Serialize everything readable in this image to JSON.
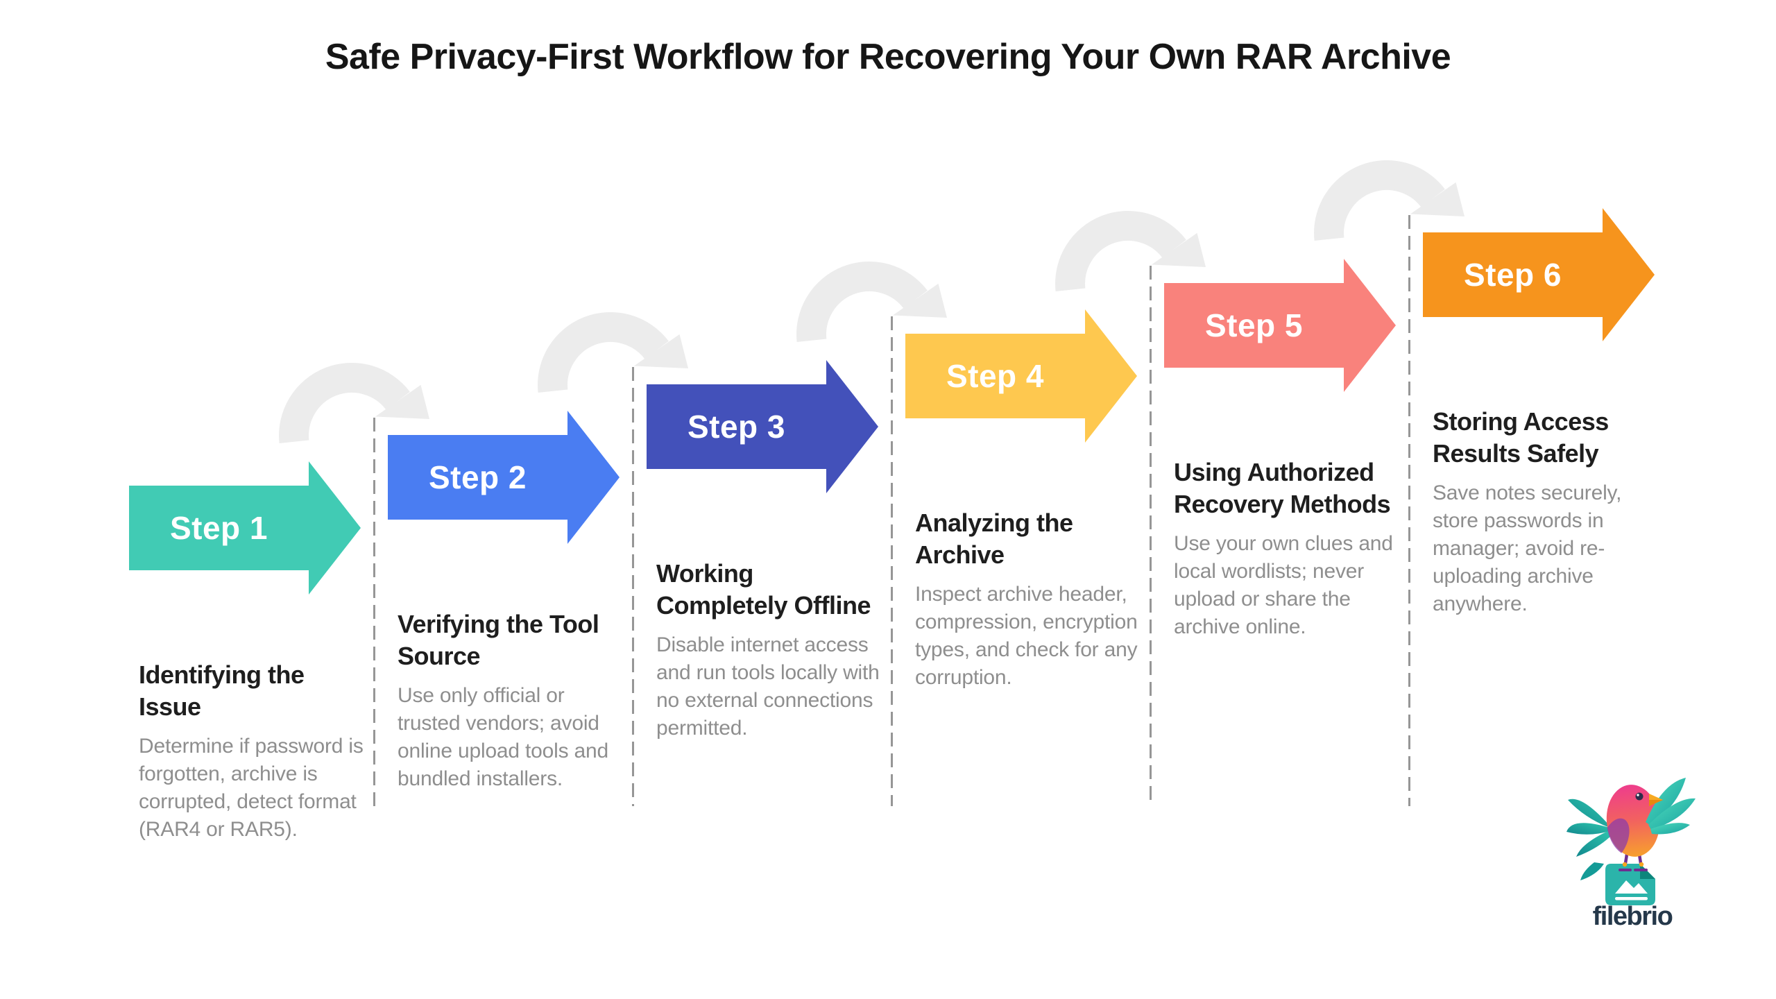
{
  "title": "Safe Privacy-First Workflow for Recovering Your Own RAR Archive",
  "steps": [
    {
      "label": "Step 1",
      "color": "#41CBB4",
      "heading": "Identifying the Issue",
      "description": "Determine if password is forgotten, archive is corrupted, detect format (RAR4 or RAR5)."
    },
    {
      "label": "Step 2",
      "color": "#4A7DF2",
      "heading": "Verifying the Tool Source",
      "description": "Use only official or trusted vendors; avoid online upload tools and bundled installers."
    },
    {
      "label": "Step 3",
      "color": "#4351BA",
      "heading": "Working Completely Offline",
      "description": "Disable internet access and run tools locally with no external connections permitted."
    },
    {
      "label": "Step 4",
      "color": "#FEC84F",
      "heading": "Analyzing the Archive",
      "description": "Inspect archive header, compression, encryption types, and check for any corruption."
    },
    {
      "label": "Step 5",
      "color": "#F9827C",
      "heading": "Using Authorized Recovery Methods",
      "description": "Use your own clues and local wordlists; never upload or share the archive online."
    },
    {
      "label": "Step 6",
      "color": "#F6941D",
      "heading": "Storing Access Results Safely",
      "description": "Save notes securely, store passwords in manager; avoid re-uploading archive anywhere."
    }
  ],
  "brand": {
    "name": "filebrio"
  },
  "colors": {
    "background": "#FFFFFF",
    "title_text": "#161616",
    "heading_text": "#1E1E1E",
    "body_text": "#8E8E8E",
    "step_label_text": "#FFFFFF",
    "connector_arc": "#ECECEC",
    "dashed_separator": "#969696",
    "logo_file_teal": "#2BB4AA",
    "logo_text": "#25384A"
  }
}
